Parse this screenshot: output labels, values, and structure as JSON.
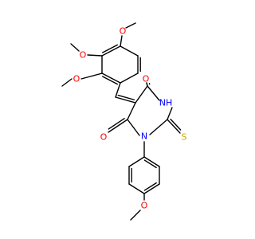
{
  "molecule": {
    "atoms": {
      "o_top": "O",
      "o_mid": "O",
      "o_left": "O",
      "o_c4": "O",
      "nh": "NH",
      "s": "S",
      "o_c6": "O",
      "n1": "N",
      "o_bottom": "O"
    },
    "colors": {
      "bond": "#000000",
      "oxygen": "#ff0000",
      "nitrogen": "#0000ff",
      "sulfur": "#c8a400"
    }
  }
}
